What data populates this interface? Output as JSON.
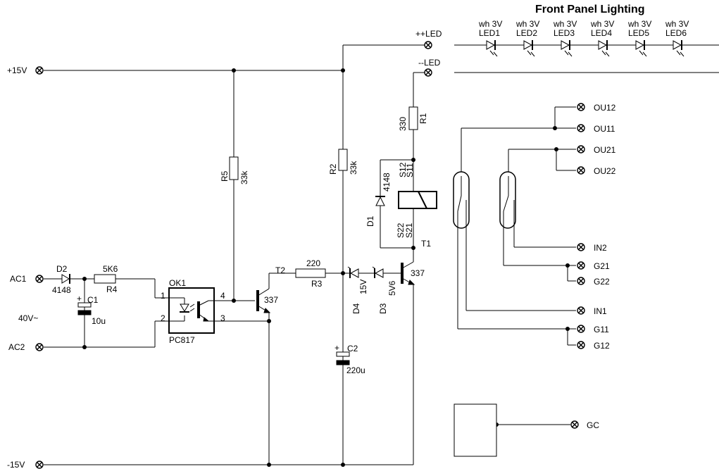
{
  "title": "Front Panel Lighting",
  "terminals": {
    "p15": "+15V",
    "m15": "-15V",
    "ac1": "AC1",
    "ac2": "AC2",
    "ac_voltage": "40V~",
    "led_plus": "++LED",
    "led_minus": "--LED",
    "ou12": "OU12",
    "ou11": "OU11",
    "ou21": "OU21",
    "ou22": "OU22",
    "in2": "IN2",
    "g21": "G21",
    "g22": "G22",
    "in1": "IN1",
    "g11": "G11",
    "g12": "G12",
    "gc": "GC"
  },
  "leds": [
    {
      "type": "wh 3V",
      "ref": "LED1"
    },
    {
      "type": "wh 3V",
      "ref": "LED2"
    },
    {
      "type": "wh 3V",
      "ref": "LED3"
    },
    {
      "type": "wh 3V",
      "ref": "LED4"
    },
    {
      "type": "wh 3V",
      "ref": "LED5"
    },
    {
      "type": "wh 3V",
      "ref": "LED6"
    }
  ],
  "components": {
    "d2_ref": "D2",
    "d2_val": "4148",
    "r4_ref": "R4",
    "r4_val": "5K6",
    "c1_ref": "C1",
    "c1_val": "10u",
    "ok1_ref": "OK1",
    "ok1_val": "PC817",
    "pin1": "1",
    "pin2": "2",
    "pin3": "3",
    "pin4": "4",
    "r5_ref": "R5",
    "r5_val": "33k",
    "r2_ref": "R2",
    "r2_val": "33k",
    "t2_ref": "T2",
    "t2_val": "337",
    "r3_ref": "R3",
    "r3_val": "220",
    "d4_ref": "D4",
    "d4_val": "15V",
    "d3_ref": "D3",
    "d3_val": "5V6",
    "t1_ref": "T1",
    "t1_val": "337",
    "c2_ref": "C2",
    "c2_val": "220u",
    "r1_ref": "R1",
    "r1_val": "330",
    "d1_ref": "D1",
    "d1_val": "4148",
    "s12": "S12",
    "s11": "S11",
    "s22": "S22",
    "s21": "S21"
  }
}
